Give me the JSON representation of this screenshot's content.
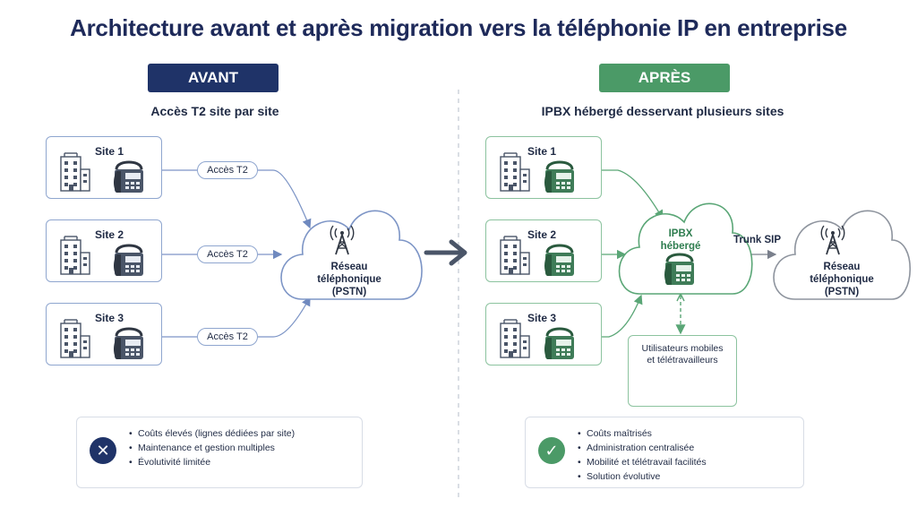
{
  "title": "Architecture avant et après migration vers la téléphonie IP en entreprise",
  "before": {
    "badge": "AVANT",
    "subtitle": "Accès T2 site par site",
    "sites": [
      {
        "label": "Site 1",
        "link": "Accès T2"
      },
      {
        "label": "Site 2",
        "link": "Accès T2"
      },
      {
        "label": "Site 3",
        "link": "Accès T2"
      }
    ],
    "network": {
      "line1": "Réseau",
      "line2": "téléphonique",
      "line3": "(PSTN)"
    },
    "drawbacks": [
      "Coûts élevés (lignes dédiées par site)",
      "Maintenance et gestion multiples",
      "Évolutivité limitée"
    ]
  },
  "after": {
    "badge": "APRÈS",
    "subtitle": "IPBX hébergé desservant plusieurs sites",
    "sites": [
      {
        "label": "Site 1"
      },
      {
        "label": "Site 2"
      },
      {
        "label": "Site 3"
      }
    ],
    "ipbx": {
      "line1": "IPBX",
      "line2": "hébergé"
    },
    "trunk": "Trunk SIP",
    "network": {
      "line1": "Réseau",
      "line2": "téléphonique",
      "line3": "(PSTN)"
    },
    "mobile": {
      "line1": "Utilisateurs mobiles",
      "line2": "et télétravailleurs"
    },
    "benefits": [
      "Coûts maîtrisés",
      "Administration centralisée",
      "Mobilité et télétravail facilités",
      "Solution évolutive"
    ]
  },
  "colors": {
    "navy": "#1f3368",
    "green": "#4b9a67",
    "blue_border": "#8fa6cf",
    "green_border": "#8cc39f",
    "arrow": "#4a5568"
  },
  "icons": {
    "building": "building-icon",
    "desk_phone": "desk-phone-icon",
    "antenna": "antenna-icon",
    "smartphone": "smartphone-icon",
    "laptop": "laptop-icon",
    "cross": "cross-icon",
    "check": "check-icon"
  }
}
